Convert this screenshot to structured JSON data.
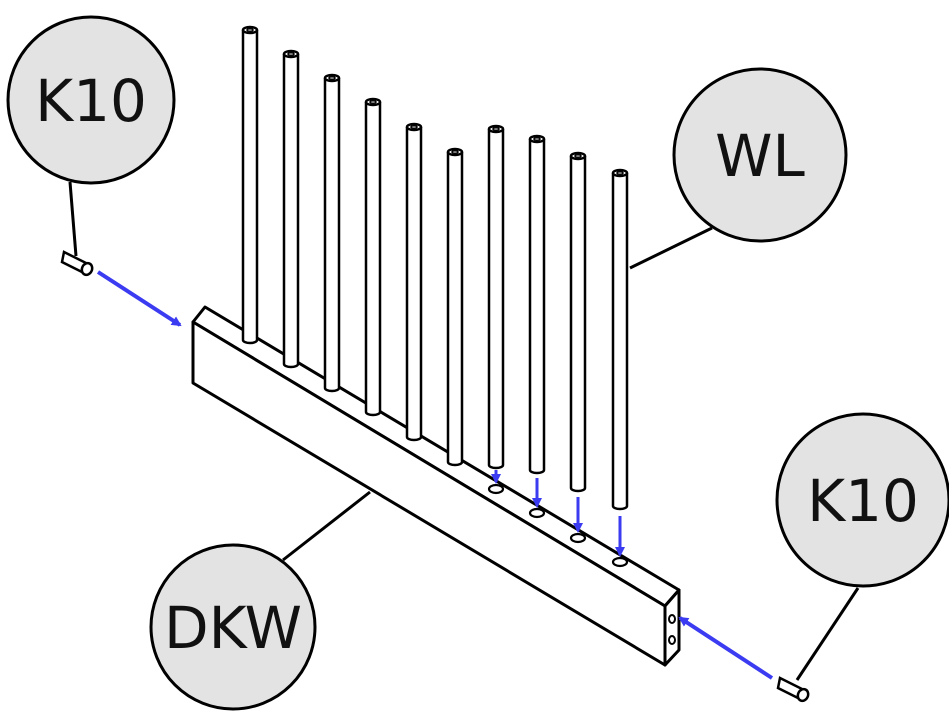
{
  "callouts": {
    "k10_top": "K10",
    "wl": "WL",
    "k10_bottom": "K10",
    "dkw": "DKW"
  },
  "colors": {
    "outline": "#000000",
    "bubble_fill": "#e3e3e3",
    "arrow": "#3b3bf2"
  }
}
